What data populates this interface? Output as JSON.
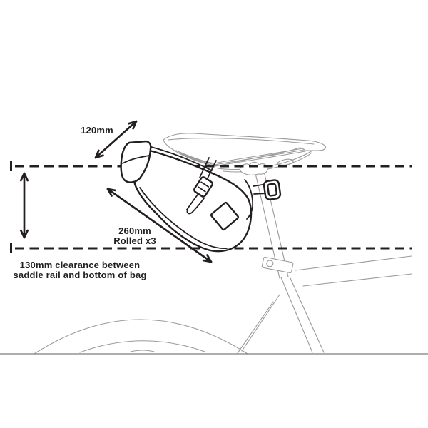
{
  "diagram": {
    "labels": {
      "dim_120": "120mm",
      "dim_260_line1": "260mm",
      "dim_260_line2": "Rolled x3",
      "clearance_line1": "130mm clearance between",
      "clearance_line2": "saddle rail and bottom of bag"
    },
    "colors": {
      "ink": "#231f20",
      "frame_gray": "#9a9a9a",
      "ground": "#7d7d7d",
      "background": "#ffffff"
    },
    "illustration_parts": [
      "bike-saddle",
      "seatpost",
      "bike-frame-tubes",
      "rear-wheel",
      "saddle-bag",
      "roll-closure",
      "compression-strap-buckle",
      "seatpost-strap",
      "logo-patch",
      "clearance-guide-lines"
    ]
  }
}
